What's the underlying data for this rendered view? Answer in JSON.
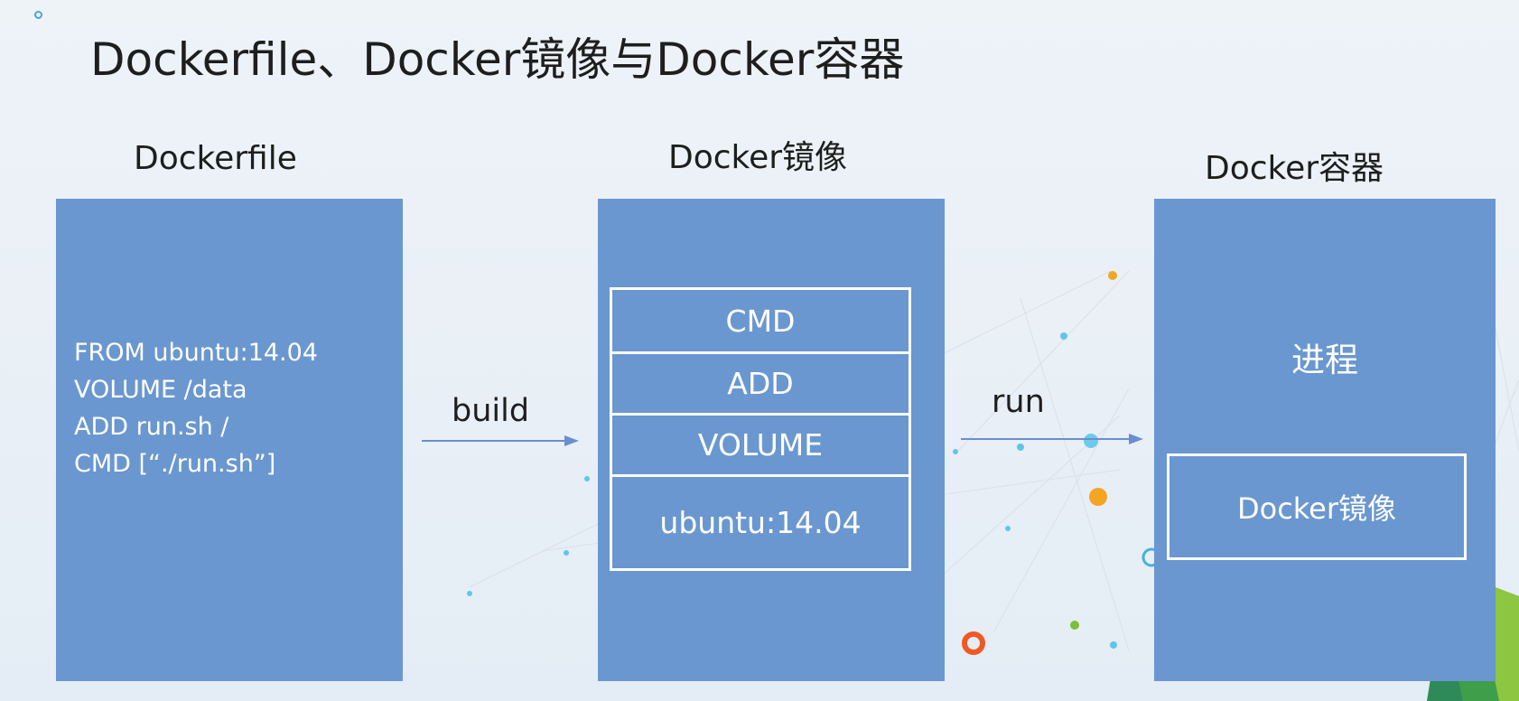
{
  "slide": {
    "title": "Dockerfile、Docker镜像与Docker容器"
  },
  "columns": {
    "dockerfile": {
      "heading": "Dockerfile",
      "lines": [
        "FROM ubuntu:14.04",
        "VOLUME /data",
        "ADD run.sh /",
        "CMD [“./run.sh”]"
      ]
    },
    "image": {
      "heading": "Docker镜像",
      "layers": [
        "CMD",
        "ADD",
        "VOLUME",
        "ubuntu:14.04"
      ]
    },
    "container": {
      "heading": "Docker容器",
      "process_label": "进程",
      "inner_label": "Docker镜像"
    }
  },
  "arrows": {
    "build_label": "build",
    "run_label": "run"
  },
  "colors": {
    "panel_fill": "#6a97cf",
    "arrow": "#6a8fd0",
    "text": "#1e1e1e"
  }
}
